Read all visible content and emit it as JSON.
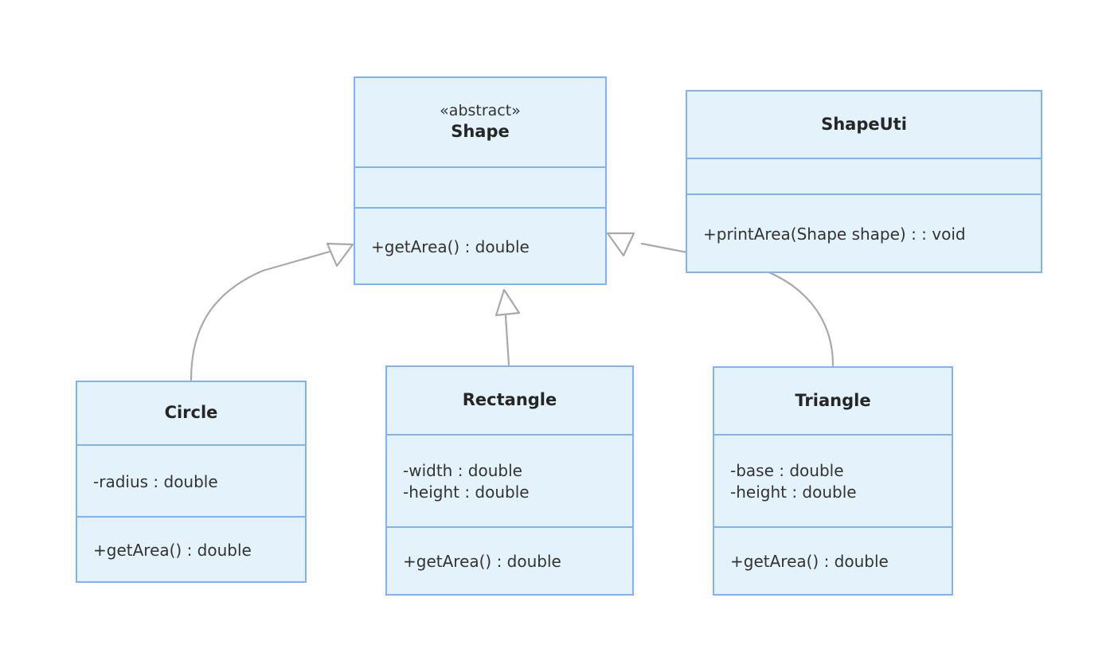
{
  "diagram": {
    "kind": "uml-class-diagram",
    "background": "#ffffff",
    "box_fill": "#e4f2fb",
    "box_border": "#81b1f7",
    "edge_color": "#a9a9a9",
    "text_color": "#333333"
  },
  "classes": {
    "shape": {
      "stereotype": "«abstract»",
      "name": "Shape",
      "attributes": [],
      "methods": [
        "+getArea() : double"
      ]
    },
    "shapeutil": {
      "stereotype": "",
      "name": "ShapeUti",
      "attributes": [],
      "methods": [
        "+printArea(Shape shape) : : void"
      ]
    },
    "circle": {
      "stereotype": "",
      "name": "Circle",
      "attributes": [
        "-radius : double"
      ],
      "methods": [
        "+getArea() : double"
      ]
    },
    "rectangle": {
      "stereotype": "",
      "name": "Rectangle",
      "attributes": [
        "-width : double",
        "-height : double"
      ],
      "methods": [
        "+getArea() : double"
      ]
    },
    "triangle": {
      "stereotype": "",
      "name": "Triangle",
      "attributes": [
        "-base : double",
        "-height : double"
      ],
      "methods": [
        "+getArea() : double"
      ]
    }
  },
  "relationships": [
    {
      "from": "Circle",
      "to": "Shape",
      "type": "generalization"
    },
    {
      "from": "Rectangle",
      "to": "Shape",
      "type": "generalization"
    },
    {
      "from": "Triangle",
      "to": "Shape",
      "type": "generalization"
    }
  ]
}
